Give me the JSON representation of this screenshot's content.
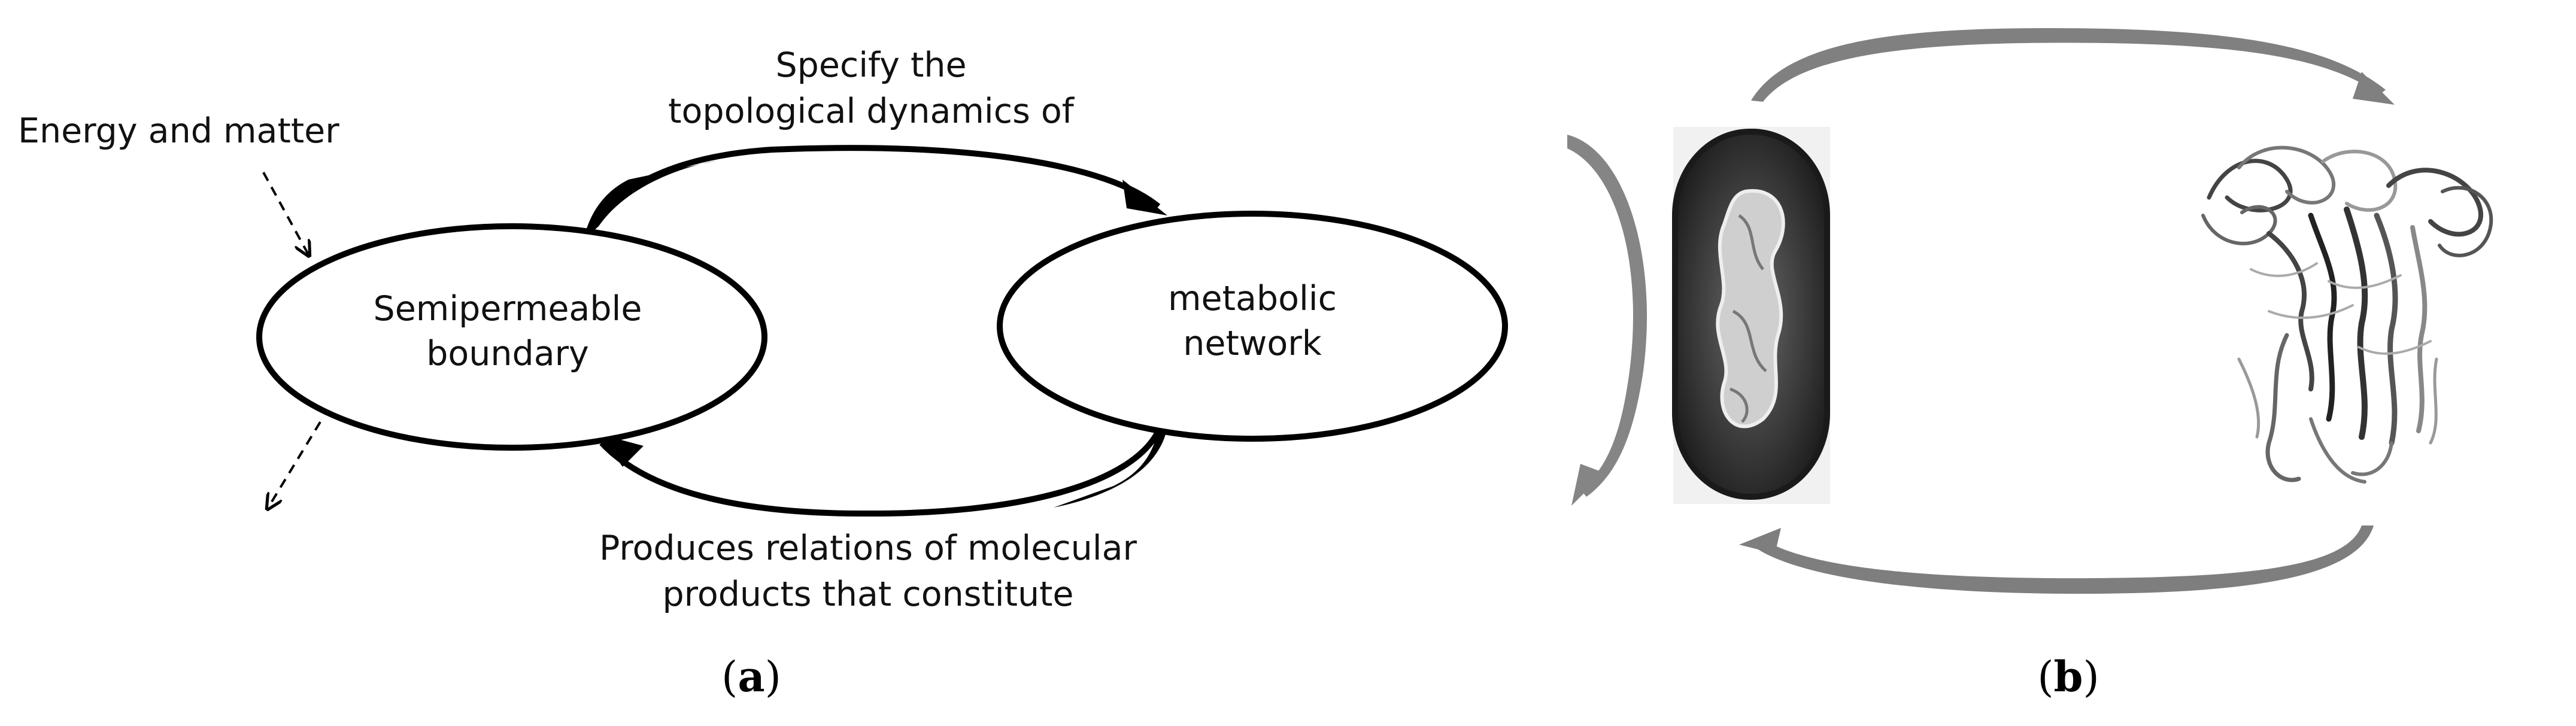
{
  "panel_a": {
    "input_label": "Energy and matter",
    "boundary_node": {
      "line1": "Semipermeable",
      "line2": "boundary"
    },
    "network_node": {
      "line1": "metabolic",
      "line2": "network"
    },
    "top_arrow_label": {
      "line1": "Specify the",
      "line2": "topological dynamics of"
    },
    "bottom_arrow_label": {
      "line1": "Produces relations of molecular",
      "line2": "products that constitute"
    },
    "caption": {
      "open": "(",
      "letter": "a",
      "close": ")"
    }
  },
  "panel_b": {
    "caption": {
      "open": "(",
      "letter": "b",
      "close": ")"
    }
  },
  "colors": {
    "stroke": "#000000",
    "cycle_arrow": "#7a7a7a",
    "cell_dark": "#3a3a3a",
    "cell_light": "#d8d8d8"
  }
}
